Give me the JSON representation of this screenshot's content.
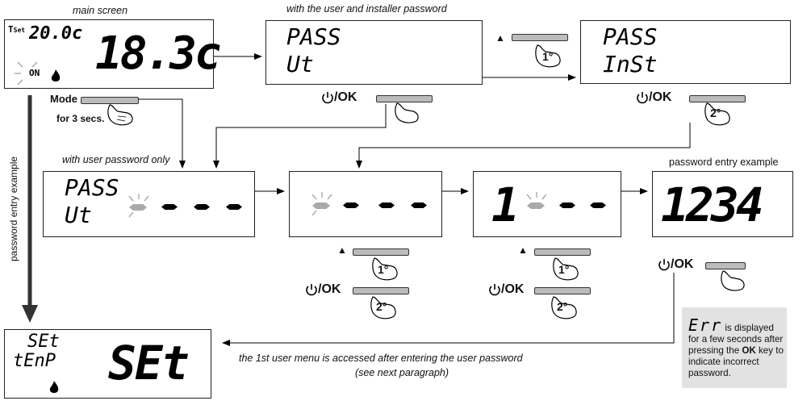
{
  "labels": {
    "main_screen": "main screen",
    "with_user_installer": "with the user and installer password",
    "with_user_only": "with user password only",
    "password_entry_example_vertical": "password entry example",
    "password_entry_example": "password entry example",
    "access_note_line1": "the 1st user menu is accessed after entering the user password",
    "access_note_line2": "(see next paragraph)"
  },
  "keys": {
    "mode": "Mode",
    "for_3_secs": "for 3 secs.",
    "ok": "/OK",
    "finger_1": "1",
    "finger_2": "2",
    "degree": "°",
    "up_arrow": "▲"
  },
  "displays": {
    "main": {
      "tset": "T",
      "tset_sub": "Set",
      "setpoint": "20.0c",
      "temp": "18.3c",
      "on": "ON"
    },
    "pass_ut": {
      "line1": "PASS",
      "line2": "Ut"
    },
    "pass_inst": {
      "line1": "PASS",
      "line2": "InSt"
    },
    "pass_ut_entry": {
      "line1": "PASS",
      "line2": "Ut"
    },
    "entry_digit": "1",
    "entry_example": "1234",
    "set_temp": {
      "line1": "SEt",
      "line2": "tEnP",
      "big": "SEt"
    }
  },
  "error_note": {
    "code": "Err",
    "text_a": " is displayed for a few seconds after pressing the ",
    "key": "OK",
    "text_b": " key to indicate incorrect password."
  },
  "colors": {
    "ink": "#000000",
    "blink": "#aaaaaa",
    "note_bg": "#e2e2e2"
  },
  "icons": [
    "power-icon",
    "finger-press-icon",
    "flame-icon",
    "up-arrow-icon",
    "blink-rays-icon"
  ]
}
